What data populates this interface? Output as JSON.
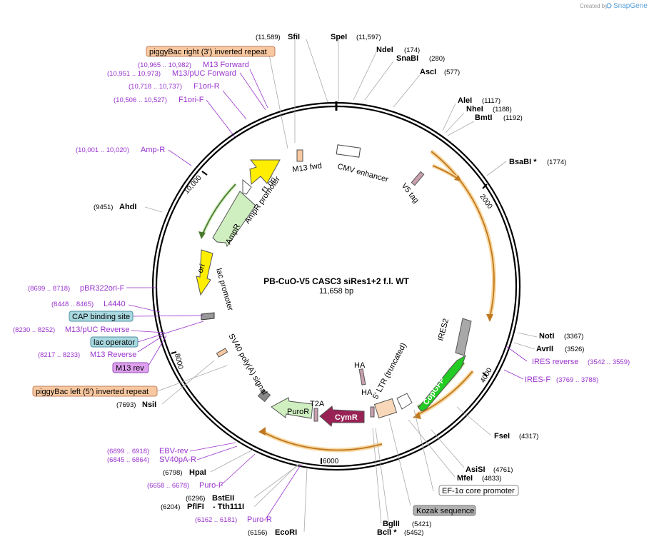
{
  "branding": {
    "created_by": "Created by",
    "product": "SnapGene"
  },
  "plasmid": {
    "name": "PB-CuO-V5 CASC3 siRes1+2 f.l. WT",
    "length": "11,658 bp"
  },
  "ticks": [
    "2000",
    "4000",
    "6000",
    "8000",
    "10,000"
  ],
  "enzymes": [
    {
      "name": "SfiI",
      "pos": "(11,589)"
    },
    {
      "name": "SpeI",
      "pos": "(11,597)"
    },
    {
      "name": "NdeI",
      "pos": "(174)"
    },
    {
      "name": "SnaBI",
      "pos": "(280)"
    },
    {
      "name": "AscI",
      "pos": "(577)"
    },
    {
      "name": "AleI",
      "pos": "(1117)"
    },
    {
      "name": "NheI",
      "pos": "(1188)"
    },
    {
      "name": "BmtI",
      "pos": "(1192)"
    },
    {
      "name": "BsaBI *",
      "pos": "(1774)"
    },
    {
      "name": "NotI",
      "pos": "(3367)"
    },
    {
      "name": "AvrII",
      "pos": "(3526)"
    },
    {
      "name": "FseI",
      "pos": "(4317)"
    },
    {
      "name": "AsiSI",
      "pos": "(4761)"
    },
    {
      "name": "MfeI",
      "pos": "(4833)"
    },
    {
      "name": "BglII",
      "pos": "(5421)"
    },
    {
      "name": "BclI *",
      "pos": "(5452)"
    },
    {
      "name": "EcoRI",
      "pos": "(6156)"
    },
    {
      "name": "BstEII",
      "pos": "(6296)"
    },
    {
      "name": "PflFI",
      "pos": "(6204)"
    },
    {
      "name": "- Tth111I",
      "pos": ""
    },
    {
      "name": "HpaI",
      "pos": "(6798)"
    },
    {
      "name": "NsiI",
      "pos": "(7693)"
    },
    {
      "name": "AhdI",
      "pos": "(9451)"
    }
  ],
  "primers": [
    {
      "name": "M13 Forward",
      "range": "(10,965 .. 10,982)"
    },
    {
      "name": "M13/pUC Forward",
      "range": "(10,951 .. 10,973)"
    },
    {
      "name": "F1ori-R",
      "range": "(10,718 .. 10,737)"
    },
    {
      "name": "F1ori-F",
      "range": "(10,506 .. 10,527)"
    },
    {
      "name": "Amp-R",
      "range": "(10,001 .. 10,020)"
    },
    {
      "name": "pBR322ori-F",
      "range": "(8699 .. 8718)"
    },
    {
      "name": "L4440",
      "range": "(8448 .. 8465)"
    },
    {
      "name": "M13/pUC Reverse",
      "range": "(8230 .. 8252)"
    },
    {
      "name": "M13 Reverse",
      "range": "(8217 .. 8233)"
    },
    {
      "name": "IRES reverse",
      "range": "(3542 .. 3559)"
    },
    {
      "name": "IRES-F",
      "range": "(3769 .. 3788)"
    },
    {
      "name": "EBV-rev",
      "range": "(6899 .. 6918)"
    },
    {
      "name": "SV40pA-R",
      "range": "(6845 .. 6864)"
    },
    {
      "name": "Puro-F",
      "range": "(6658 .. 6678)"
    },
    {
      "name": "Puro-R",
      "range": "(6162 .. 6181)"
    }
  ],
  "boxed_labels": [
    {
      "text": "piggyBac right (3') inverted repeat",
      "color": "#f8c8a0"
    },
    {
      "text": "CAP binding site",
      "color": "#a8d8e0"
    },
    {
      "text": "lac operator",
      "color": "#a8d8e0"
    },
    {
      "text": "M13 rev",
      "color": "#e0a0f0"
    },
    {
      "text": "piggyBac left (5') inverted repeat",
      "color": "#f8c8a0"
    },
    {
      "text": "EF-1α core promoter",
      "color": "#ffffff"
    },
    {
      "text": "Kozak sequence",
      "color": "#b0b0b0"
    }
  ],
  "features": {
    "cmv": "CMV enhancer",
    "v5": "V5 tag",
    "m13fwd": "M13 fwd",
    "f1ori": "f1 ori",
    "ampr_promoter": "AmpR promoter",
    "ampr": "AmpR",
    "ori": "ori",
    "lac_promoter": "lac promoter",
    "sv40": "SV40 poly(A) signal",
    "ires2": "IRES2",
    "copgfp": "CopGFP",
    "ltr": "5' LTR (truncated)",
    "ha1": "HA",
    "ha2": "HA",
    "t2a": "T2A",
    "cymr": "CymR",
    "puror": "PuroR"
  },
  "colors": {
    "backbone": "#000000",
    "enzyme_line": "#aaaaaa",
    "primer": "#9933cc",
    "ampr": "#cfefc0",
    "ori": "#ffee00",
    "copgfp": "#22cc22",
    "cymr": "#992255",
    "orf_arrow": "#d89030"
  }
}
